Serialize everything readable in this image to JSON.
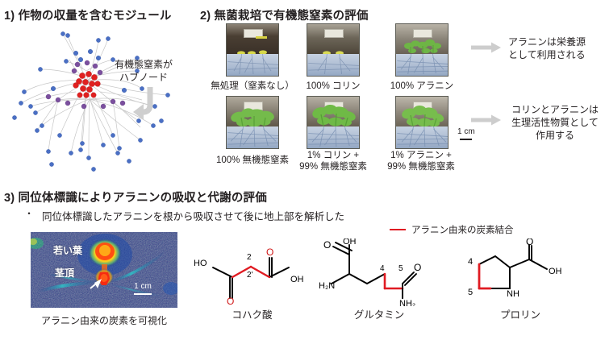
{
  "sections": {
    "one": {
      "title": "1) 作物の収量を含むモジュール",
      "annotation_line1": "有機態窒素が",
      "annotation_line2": "ハブノード",
      "arrow_icon": "curved-down-arrow-icon",
      "network": {
        "hub_color": "#e0201f",
        "mid_color": "#7b4f9e",
        "node_color": "#4a6fc4",
        "edge_color": "#b9b9b9"
      }
    },
    "two": {
      "title": "2) 無菌栽培で有機態窒素の評価",
      "photos": [
        {
          "id": "photo-no-treatment",
          "caption": "無処理（窒素なし）",
          "state": "etiolated"
        },
        {
          "id": "photo-100-choline",
          "caption": "100% コリン",
          "state": "etiolated"
        },
        {
          "id": "photo-100-alanine",
          "caption": "100% アラニン",
          "state": "green-small"
        },
        {
          "id": "photo-100-inorganic",
          "caption": "100% 無機態窒素",
          "state": "green-large"
        },
        {
          "id": "photo-1-choline",
          "caption_line1": "1% コリン +",
          "caption_line2": "99% 無機態窒素",
          "state": "green-large"
        },
        {
          "id": "photo-1-alanine",
          "caption_line1": "1% アラニン +",
          "caption_line2": "99% 無機態窒素",
          "state": "green-large"
        }
      ],
      "result_top_line1": "アラニンは栄養源",
      "result_top_line2": "として利用される",
      "result_bottom_line1": "コリンとアラニンは",
      "result_bottom_line2": "生理活性物質として",
      "result_bottom_line3": "作用する",
      "scale_label": "1 cm",
      "arrow_icon": "right-arrow-icon",
      "arrow_color": "#c9c9c9"
    },
    "three": {
      "title": "3) 同位体標識によりアラニンの吸収と代謝の評価",
      "bullet_marker": "・",
      "bullet_text": "同位体標識したアラニンを根から吸収させて後に地上部を解析した",
      "heatmap": {
        "label_young_leaf": "若い葉",
        "label_shoot_apex": "茎頂",
        "scale_label": "1 cm",
        "caption": "アラニン由来の炭素を可視化",
        "arrow_icon": "pointer-arrow-icon"
      },
      "legend": {
        "label": "アラニン由来の炭素結合",
        "color": "#e01b22",
        "icon": "red-bond-line-icon"
      },
      "molecules": [
        {
          "id": "molecule-succinic-acid",
          "name": "コハク酸",
          "atom_labels": [
            "HO",
            "O",
            "O",
            "OH"
          ],
          "carbon_numbers": [
            "2",
            "2'"
          ],
          "highlight_color": "#e01b22"
        },
        {
          "id": "molecule-glutamine",
          "name": "グルタミン",
          "atom_labels": [
            "OH",
            "O",
            "H2N",
            "O",
            "NH2"
          ],
          "carbon_numbers": [
            "4",
            "5"
          ],
          "highlight_color": "#e01b22"
        },
        {
          "id": "molecule-proline",
          "name": "プロリン",
          "atom_labels": [
            "O",
            "OH",
            "NH"
          ],
          "carbon_numbers": [
            "4",
            "5"
          ],
          "highlight_color": "#e01b22"
        }
      ]
    }
  }
}
